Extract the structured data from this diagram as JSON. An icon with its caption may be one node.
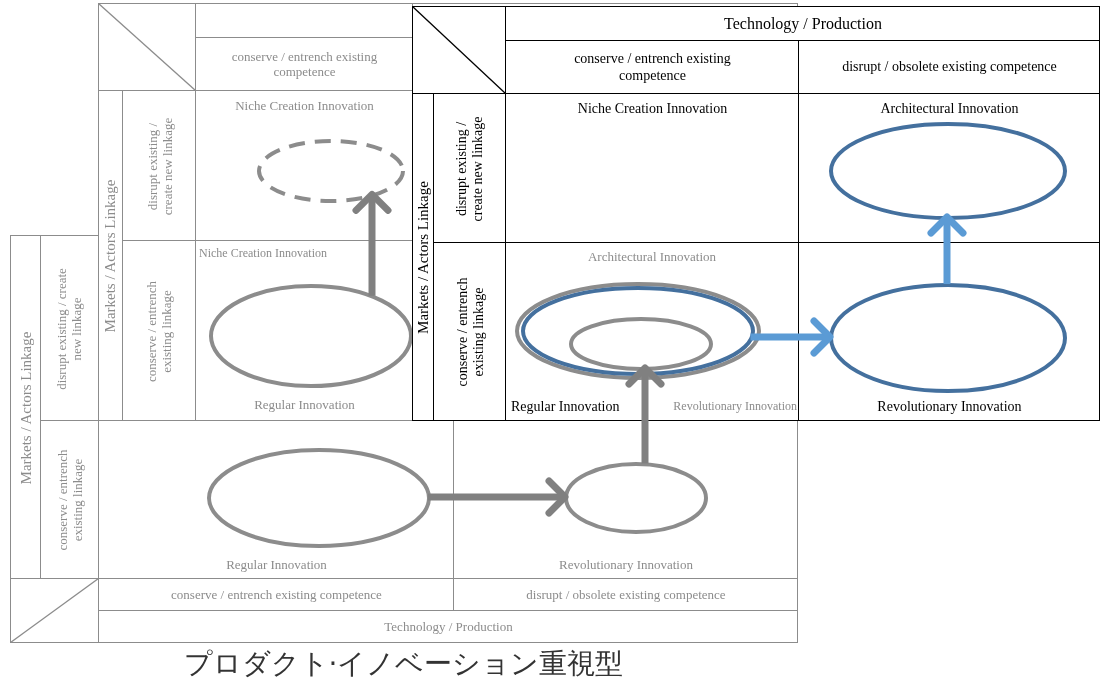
{
  "diagram": {
    "title": "プロダクト·イノベーション重視型",
    "nodes": [
      {
        "text": [
          "conserve / entrench existing competence"
        ]
      },
      {
        "text": [
          "Markets / Actors Linkage"
        ]
      },
      {
        "text": [
          "disrupt existing / create new linkage"
        ]
      },
      {
        "text": [
          "conserve / entrench existing linkage"
        ]
      },
      {
        "text": [
          "Niche Creation Innovation"
        ]
      },
      {
        "text": [],
        "shape": "ellipse",
        "in": 4
      },
      {
        "text": [
          "Niche Creation Innovation",
          "Regular Innovation"
        ]
      },
      {
        "text": [],
        "shape": "ellipse",
        "in": 6
      },
      {
        "text": [
          "Architectural Innovation",
          "Regular Innovation",
          "Revolutionary Innovation"
        ]
      },
      {
        "text": [],
        "shape": "ellipse",
        "in": 8
      },
      {
        "text": [],
        "shape": "ellipse",
        "in": 9
      },
      {
        "text": [],
        "shape": "ellipse",
        "in": 10
      },
      {
        "text": [
          "Technology / Production"
        ]
      },
      {
        "text": [
          "conserve / entrench existing competence"
        ]
      },
      {
        "text": [
          "disrupt / obsolete existing competence"
        ]
      },
      {
        "text": [
          "Markets / Actors Linkage"
        ]
      },
      {
        "text": [
          "disrupt existing / create new linkage"
        ]
      },
      {
        "text": [
          "conserve / entrench existing linkage"
        ]
      },
      {
        "text": [
          "Niche Creation Innovation"
        ]
      },
      {
        "text": [
          "Architectural Innovation"
        ]
      },
      {
        "text": [],
        "shape": "ellipse",
        "in": 19
      },
      {
        "text": [
          "Revolutionary Innovation"
        ]
      },
      {
        "text": [],
        "shape": "ellipse",
        "in": 21
      },
      {
        "text": [
          "Markets / Actors Linkage"
        ]
      },
      {
        "text": [
          "disrupt existing / create new linkage"
        ]
      },
      {
        "text": [
          "conserve / entrench existing linkage"
        ]
      },
      {
        "text": [
          "Regular Innovation"
        ]
      },
      {
        "text": [],
        "shape": "ellipse",
        "in": 26
      },
      {
        "text": [
          "Revolutionary Innovation"
        ]
      },
      {
        "text": [],
        "shape": "ellipse",
        "in": 28
      },
      {
        "text": [
          "conserve / entrench existing competence"
        ]
      },
      {
        "text": [
          "disrupt / obsolete existing competence"
        ]
      },
      {
        "text": [
          "Technology / Production"
        ]
      }
    ],
    "edges": [
      {
        "from": 7,
        "to": 5,
        "arrow": "to"
      },
      {
        "from": 27,
        "to": 29,
        "arrow": "to"
      },
      {
        "from": 29,
        "to": 11,
        "arrow": "to"
      },
      {
        "from": 10,
        "to": 22,
        "arrow": "to",
        "color": "#5b9bd5"
      },
      {
        "from": 22,
        "to": 20,
        "arrow": "to",
        "color": "#5b9bd5"
      }
    ]
  }
}
